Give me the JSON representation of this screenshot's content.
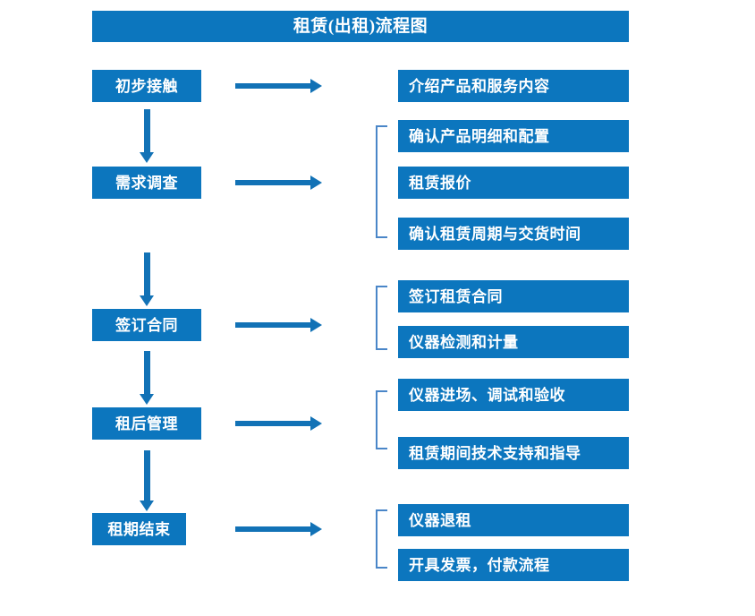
{
  "diagram": {
    "title": "租赁(出租)流程图",
    "colors": {
      "box_fill": "#0c76be",
      "box_text": "#ffffff",
      "arrow": "#1272b6",
      "bracket": "#4a86c8",
      "background": "#ffffff"
    },
    "stages": [
      {
        "id": "stage-1",
        "label": "初步接触"
      },
      {
        "id": "stage-2",
        "label": "需求调查"
      },
      {
        "id": "stage-3",
        "label": "签订合同"
      },
      {
        "id": "stage-4",
        "label": "租后管理"
      },
      {
        "id": "stage-5",
        "label": "租期结束"
      }
    ],
    "details": [
      {
        "id": "detail-1-1",
        "stage": "初步接触",
        "label": "介绍产品和服务内容"
      },
      {
        "id": "detail-2-1",
        "stage": "需求调查",
        "label": "确认产品明细和配置"
      },
      {
        "id": "detail-2-2",
        "stage": "需求调查",
        "label": "租赁报价"
      },
      {
        "id": "detail-2-3",
        "stage": "需求调查",
        "label": "确认租赁周期与交货时间"
      },
      {
        "id": "detail-3-1",
        "stage": "签订合同",
        "label": "签订租赁合同"
      },
      {
        "id": "detail-3-2",
        "stage": "签订合同",
        "label": "仪器检测和计量"
      },
      {
        "id": "detail-4-1",
        "stage": "租后管理",
        "label": "仪器进场、调试和验收"
      },
      {
        "id": "detail-4-2",
        "stage": "租后管理",
        "label": "租赁期间技术支持和指导"
      },
      {
        "id": "detail-5-1",
        "stage": "租期结束",
        "label": "仪器退租"
      },
      {
        "id": "detail-5-2",
        "stage": "租期结束",
        "label": "开具发票，付款流程"
      }
    ],
    "flow_arrows": [
      {
        "id": "arrow-stage1-to-stage2",
        "direction": "down",
        "from": "初步接触",
        "to": "需求调查"
      },
      {
        "id": "arrow-stage2-to-stage3",
        "direction": "down",
        "from": "需求调查",
        "to": "签订合同"
      },
      {
        "id": "arrow-stage3-to-stage4",
        "direction": "down",
        "from": "签订合同",
        "to": "租后管理"
      },
      {
        "id": "arrow-stage4-to-stage5",
        "direction": "down",
        "from": "租后管理",
        "to": "租期结束"
      },
      {
        "id": "arrow-stage1-to-details",
        "direction": "right",
        "from": "初步接触",
        "to": "介绍产品和服务内容"
      },
      {
        "id": "arrow-stage2-to-details",
        "direction": "right",
        "from": "需求调查",
        "to": "确认产品明细和配置"
      },
      {
        "id": "arrow-stage3-to-details",
        "direction": "right",
        "from": "签订合同",
        "to": "签订租赁合同"
      },
      {
        "id": "arrow-stage4-to-details",
        "direction": "right",
        "from": "租后管理",
        "to": "仪器进场、调试和验收"
      },
      {
        "id": "arrow-stage5-to-details",
        "direction": "right",
        "from": "租期结束",
        "to": "仪器退租"
      }
    ],
    "group_brackets": [
      {
        "id": "bracket-needs-survey",
        "groups": [
          "确认产品明细和配置",
          "租赁报价",
          "确认租赁周期与交货时间"
        ]
      },
      {
        "id": "bracket-sign-contract",
        "groups": [
          "签订租赁合同",
          "仪器检测和计量"
        ]
      },
      {
        "id": "bracket-post-rental",
        "groups": [
          "仪器进场、调试和验收",
          "租赁期间技术支持和指导"
        ]
      },
      {
        "id": "bracket-lease-end",
        "groups": [
          "仪器退租",
          "开具发票，付款流程"
        ]
      }
    ]
  }
}
